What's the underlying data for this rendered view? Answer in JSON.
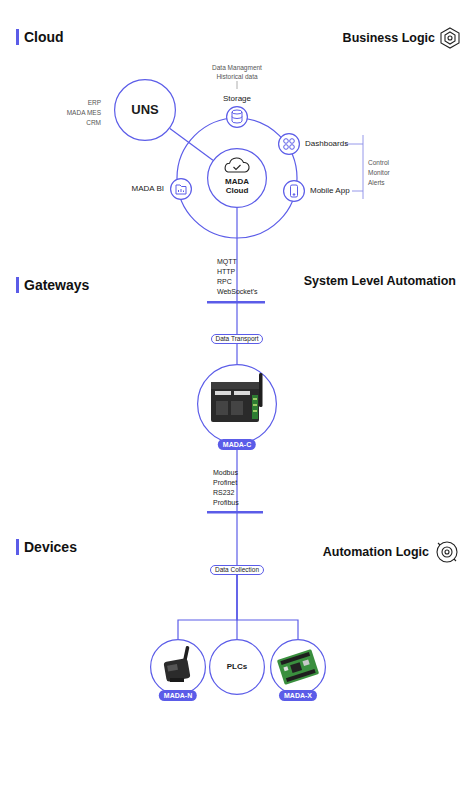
{
  "diagram": {
    "nodes": [
      {
        "text": [
          "UNS"
        ]
      },
      {
        "text": [
          "Storage"
        ]
      },
      {
        "text": [
          "Dashboards"
        ]
      },
      {
        "text": [
          "MADA Cloud"
        ]
      },
      {
        "text": [
          "MADA BI"
        ]
      },
      {
        "text": [
          "Mobile App"
        ]
      },
      {
        "text": [
          "Data Transport"
        ]
      },
      {
        "text": [
          "MADA-C"
        ]
      },
      {
        "text": [
          "Data Collection"
        ]
      },
      {
        "text": [
          "MADA-N"
        ]
      },
      {
        "text": [
          "PLCs"
        ]
      },
      {
        "text": [
          "MADA-X"
        ]
      }
    ],
    "edges": [
      {
        "from": 0,
        "to": 3,
        "arrow": "none"
      },
      {
        "from": 3,
        "to": 6,
        "arrow": "none"
      },
      {
        "from": 6,
        "to": 7,
        "arrow": "none"
      },
      {
        "from": 7,
        "to": 8,
        "arrow": "none"
      },
      {
        "from": 8,
        "to": 9,
        "arrow": "none"
      },
      {
        "from": 8,
        "to": 10,
        "arrow": "none"
      },
      {
        "from": 8,
        "to": 11,
        "arrow": "none"
      }
    ],
    "labels": [
      "Cloud",
      "Business Logic",
      "Data Managment",
      "Historical data",
      "ERP",
      "MADA MES",
      "CRM",
      "Control",
      "Monitor",
      "Alerts",
      "MQTT",
      "HTTP",
      "RPC",
      "WebSocket's",
      "Gateways",
      "System Level Automation",
      "Modbus",
      "Profinet",
      "RS232",
      "Profibus",
      "Devices",
      "Automation Logic"
    ]
  }
}
